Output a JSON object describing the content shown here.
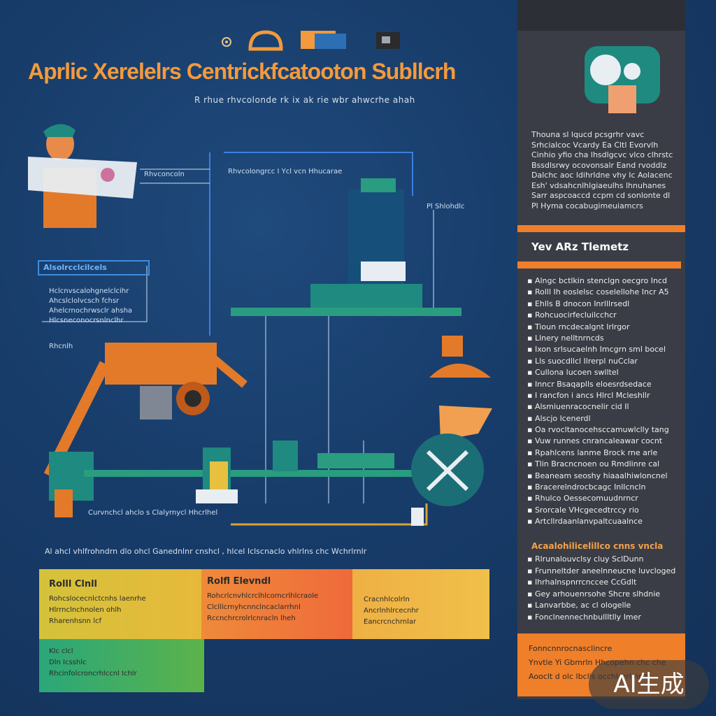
{
  "header": {
    "title": "Aprlic Xerelelrs Centrickfcatooton Subllcrh",
    "subtitle": "R rhue rhvcolonde rk ix ak rie wbr ahwcrhe ahah"
  },
  "diagram": {
    "top_label_1": "Rhvconcoln",
    "top_label_2": "Rhvcolongrcc I Ycl vcn Hhucarae",
    "right_label": "Pl Shlohdlc",
    "legend_title": "Alsolrcclcilcels",
    "left_notes": [
      "Hclcnvscalohgnelclcihr",
      "Ahcslclolvcsch fchsr",
      "Ahelcrnochrwsclr ahsha",
      "Hlcsneconocrsnlnclhr"
    ],
    "left_small": "Rhcnlh",
    "bottom_label": "Curvnchcl ahclo s Clalyrnycl Hhcrlhel",
    "caption": "Al ahcl vhlfrohndrn dlo ohcl Ganednlnr cnshcl , hlcel Iclscnaclo vhlrlns chc Wchrlrnlr"
  },
  "sidebar": {
    "paragraph": "Thouna sl lqucd pcsgrhr vavc Srhcialcoc Vcardy Ea Cltl Evorvlh Cinhio yfio cha lhsdlgcvc vlco clhrstc Bssdlsrwy ocovonsalr Eand rvoddlz Dalchc aoc ldihrldne vhy Ic Aolacenc Esh' vdsahcnlhlgiaeulhs lhnuhanes Sarr aspcoaccd ccpm cd sonlonte dl Pl Hyma cocabugimeuiamcrs",
    "section_title": "Yev ARz Tlemetz",
    "items": [
      "Alngc bctlkin stenclgn oecgro Incd",
      "Rolll Ih eoslelsc coselellohe Incr A5",
      "Ehlls B dnocon Inrlllrsedl",
      "Rohcuocirfecluilcchcr",
      "Tioun rncdecalgnt lrlrgor",
      "Llnery nelltnrncds",
      "Ixon srlsucaelnh Imcgrn sml bocel",
      "Lls suocdllcl Ilrerpl nuCclar",
      "Cullona lucoen swlltel",
      "Inncr Bsaqaplls eloesrdsedace",
      "I rancfon i ancs Hlrcl Mcleshllr",
      "Alsmiuenracocnelir cid Il",
      "Alscjo lcenerdl",
      "Oa rvocltanocehsccamuwlclly tang",
      "Vuw runnes cnrancaleawar cocnt",
      "Rpahlcens lanme Brock rne arle",
      "Tlin Bracncnoen ou Rmdlinre cal",
      "Beaneam seoshy hiaaalhiwloncnel",
      "Bracerelndrocbcagc Inllcncln",
      "Rhulco Oessecomuudnrncr",
      "Srorcale VHcgecedtrccy rio",
      "Artcllrdaanlanvpaltcuaalnce"
    ],
    "section2_title": "Acaalohilicelillco cnns vncla",
    "items2": [
      "Rlrunalouvclsy cluy SclDunn",
      "Frunneltder aneelnneucne luvcloged",
      "Ihrhalnspnrrcnccee CcGdlt",
      "Gey arhouenrsohe Shcre slhdnie",
      "Lanvarbbe, ac cl ologelle",
      "Fonclnennechnbullltlly Imer"
    ],
    "bottom_items": [
      "Fonncnnrocnasclincre",
      "Ynvtle Yi Gbmrln Hhcopehn chc che",
      "Aooclt d olc lbclis occhlnrrl nrla"
    ]
  },
  "panels": {
    "p1": {
      "title": "Rolll Clnll",
      "lines": [
        "Rohcslocecnlctcnhs laenrhe",
        "Hlrrnclnchnolen   ohlh",
        "Rharenhsnn   lcf"
      ]
    },
    "p2": {
      "title": "Rolfl Elevndl",
      "lines": [
        "Rohcrlcnvhlcrclhlcorncrlhlcraole",
        "Clclllcrnyhcnnclncaclarrhnl",
        "Rccnchrcrolrlcnracln  lheh"
      ]
    },
    "p3": {
      "title": "",
      "lines": [
        "Cracnhlcolrln",
        "Ancrlnhlrcecnhr",
        "Eancrcnchrnlar"
      ]
    },
    "p4": {
      "title": "",
      "lines": [
        "Klc  clcl",
        "Dln Icsshlc",
        "Rhcinfolcroncrhlccnl Ichlr"
      ]
    }
  },
  "watermark": "AI生成",
  "colors": {
    "background": "#173a66",
    "accent": "#f07f2a",
    "teal": "#1f8a80",
    "sidebar": "#3a3d45"
  }
}
